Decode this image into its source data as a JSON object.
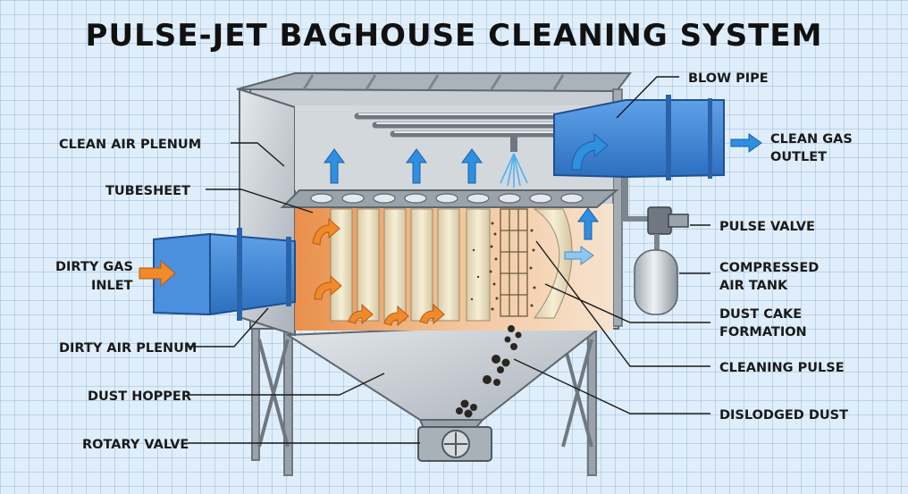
{
  "title": "PULSE-JET BAGHOUSE CLEANING SYSTEM",
  "labels": {
    "clean_air_plenum": "CLEAN AIR PLENUM",
    "tubesheet": "TUBESHEET",
    "dirty_gas_inlet_1": "DIRTY GAS",
    "dirty_gas_inlet_2": "INLET",
    "dirty_air_plenum": "DIRTY AIR PLENUM",
    "dust_hopper": "DUST HOPPER",
    "rotary_valve": "ROTARY VALVE",
    "blow_pipe": "BLOW PIPE",
    "clean_gas_outlet_1": "CLEAN GAS",
    "clean_gas_outlet_2": "OUTLET",
    "pulse_valve": "PULSE VALVE",
    "compressed_air_tank_1": "COMPRESSED",
    "compressed_air_tank_2": "AIR TANK",
    "dust_cake_formation_1": "DUST CAKE",
    "dust_cake_formation_2": "FORMATION",
    "cleaning_pulse": "CLEANING PULSE",
    "dislodged_dust": "DISLODGED DUST"
  },
  "colors": {
    "duct_blue": "#3f86d6",
    "airflow_blue": "#2f8fe0",
    "dirty_flow_orange": "#f08a2a",
    "housing_gray": "#b9c0c7",
    "filter_bag": "#eee3c6"
  }
}
